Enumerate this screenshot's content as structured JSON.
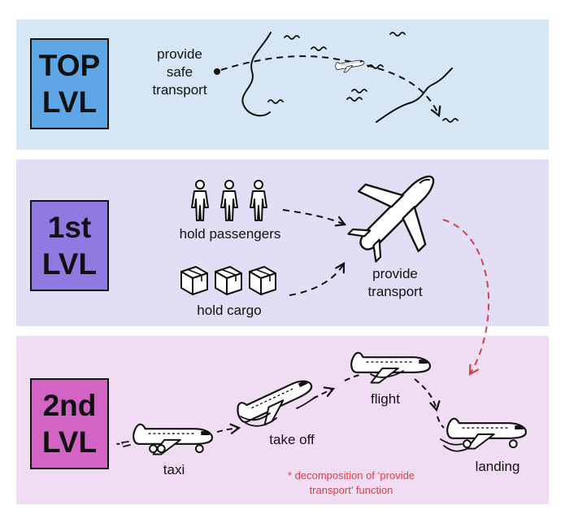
{
  "levels": {
    "top": {
      "line1": "TOP",
      "line2": "LVL",
      "color": "#5ea6e6",
      "panel_color": "#d6e6f4"
    },
    "first": {
      "line1": "1st",
      "line2": "LVL",
      "color": "#9079e0",
      "panel_color": "#e1def6"
    },
    "second": {
      "line1": "2nd",
      "line2": "LVL",
      "color": "#d264c3",
      "panel_color": "#f1ddf3"
    }
  },
  "top_level": {
    "function_line1": "provide",
    "function_line2": "safe",
    "function_line3": "transport",
    "illustration": [
      "map-coastline-icon",
      "waves-icon",
      "airplane-icon",
      "dashed-route-arrow"
    ]
  },
  "first_level": {
    "hold_passengers": "hold passengers",
    "hold_cargo": "hold cargo",
    "provide_transport_line1": "provide",
    "provide_transport_line2": "transport",
    "icons": [
      "person-icon",
      "box-icon",
      "airplane-icon"
    ]
  },
  "second_level": {
    "taxi": "taxi",
    "take_off": "take off",
    "flight": "flight",
    "landing": "landing",
    "note_line1": "* decomposition of ‘provide",
    "note_line2": "transport’ function",
    "note_color": "#d0434c"
  }
}
